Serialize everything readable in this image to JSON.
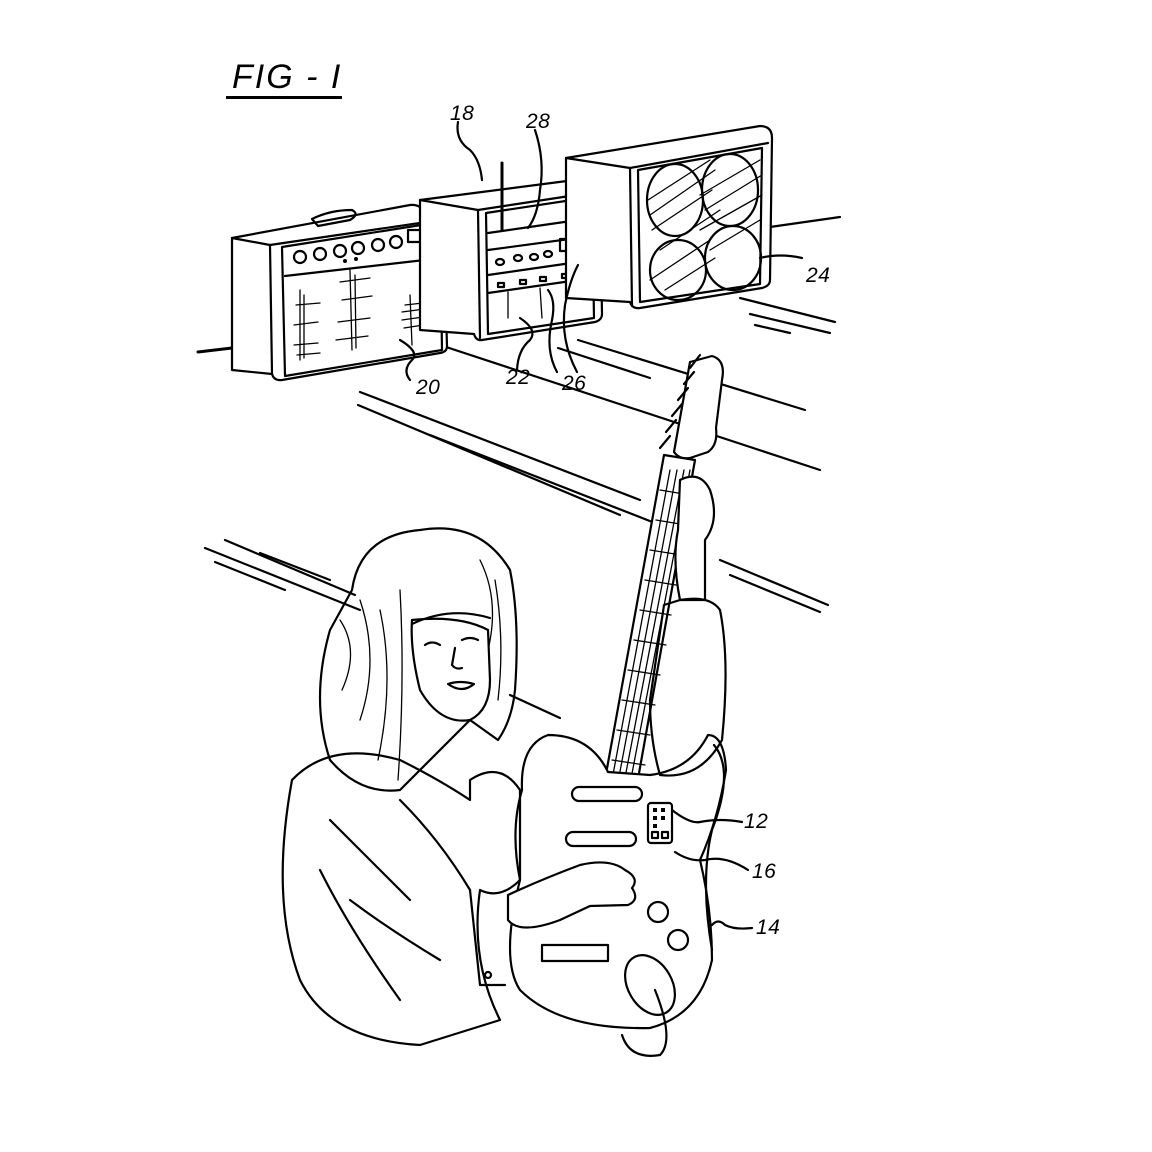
{
  "figure": {
    "title": "FIG - I",
    "description": "Patent drawing: guitarist playing an electric guitar with a remote controller mounted on the body, in front of an amplifier, an effects rack and a speaker cabinet."
  },
  "reference_numerals": [
    {
      "id": "12",
      "label": "12",
      "points_to": "remote control unit on guitar body"
    },
    {
      "id": "14",
      "label": "14",
      "points_to": "guitar body edge"
    },
    {
      "id": "16",
      "label": "16",
      "points_to": "guitar body surface"
    },
    {
      "id": "18",
      "label": "18",
      "points_to": "effects rack cabinet"
    },
    {
      "id": "20",
      "label": "20",
      "points_to": "combo amplifier"
    },
    {
      "id": "22",
      "label": "22",
      "points_to": "rack lower unit"
    },
    {
      "id": "24",
      "label": "24",
      "points_to": "speaker cabinet"
    },
    {
      "id": "26",
      "label": "26",
      "points_to": "rack control units"
    },
    {
      "id": "28",
      "label": "28",
      "points_to": "rack receiver/antenna unit"
    }
  ],
  "labels": {
    "n12": "12",
    "n14": "14",
    "n16": "16",
    "n18": "18",
    "n20": "20",
    "n22": "22",
    "n24": "24",
    "n26": "26",
    "n28": "28"
  }
}
